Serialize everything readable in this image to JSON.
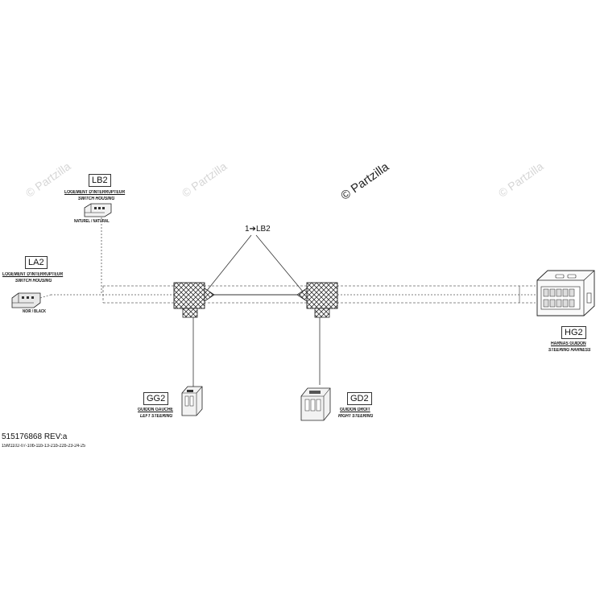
{
  "watermarks": [
    "© Partzilla",
    "© Partzilla",
    "© Partzilla",
    "© Partzilla"
  ],
  "watermark_center": "© Partzilla",
  "connectors": {
    "lb2": {
      "code": "LB2",
      "name_fr": "LOGEMENT D'INTERRUPTEUR",
      "name_en": "SWITCH HOUSING",
      "color": "NATUREL / NATURAL"
    },
    "la2": {
      "code": "LA2",
      "name_fr": "LOGEMENT D'INTERRUPTEUR",
      "name_en": "SWITCH HOUSING",
      "color": "NOIR / BLACK"
    },
    "hg2": {
      "code": "HG2",
      "name_fr": "HARNAS GUIDON",
      "name_en": "STEERING HARNESS"
    },
    "gg2": {
      "code": "GG2",
      "name_fr": "GUIDON GAUCHE",
      "name_en": "LEFT STEERING"
    },
    "gd2": {
      "code": "GD2",
      "name_fr": "GUIDON DROIT",
      "name_en": "RIGHT STEERING"
    }
  },
  "splice_reference": "1➔LB2",
  "part_number": "515176868 REV:a",
  "model_codes": "15M1102-07-10b-11b-13-21b-22b-23-24-25"
}
